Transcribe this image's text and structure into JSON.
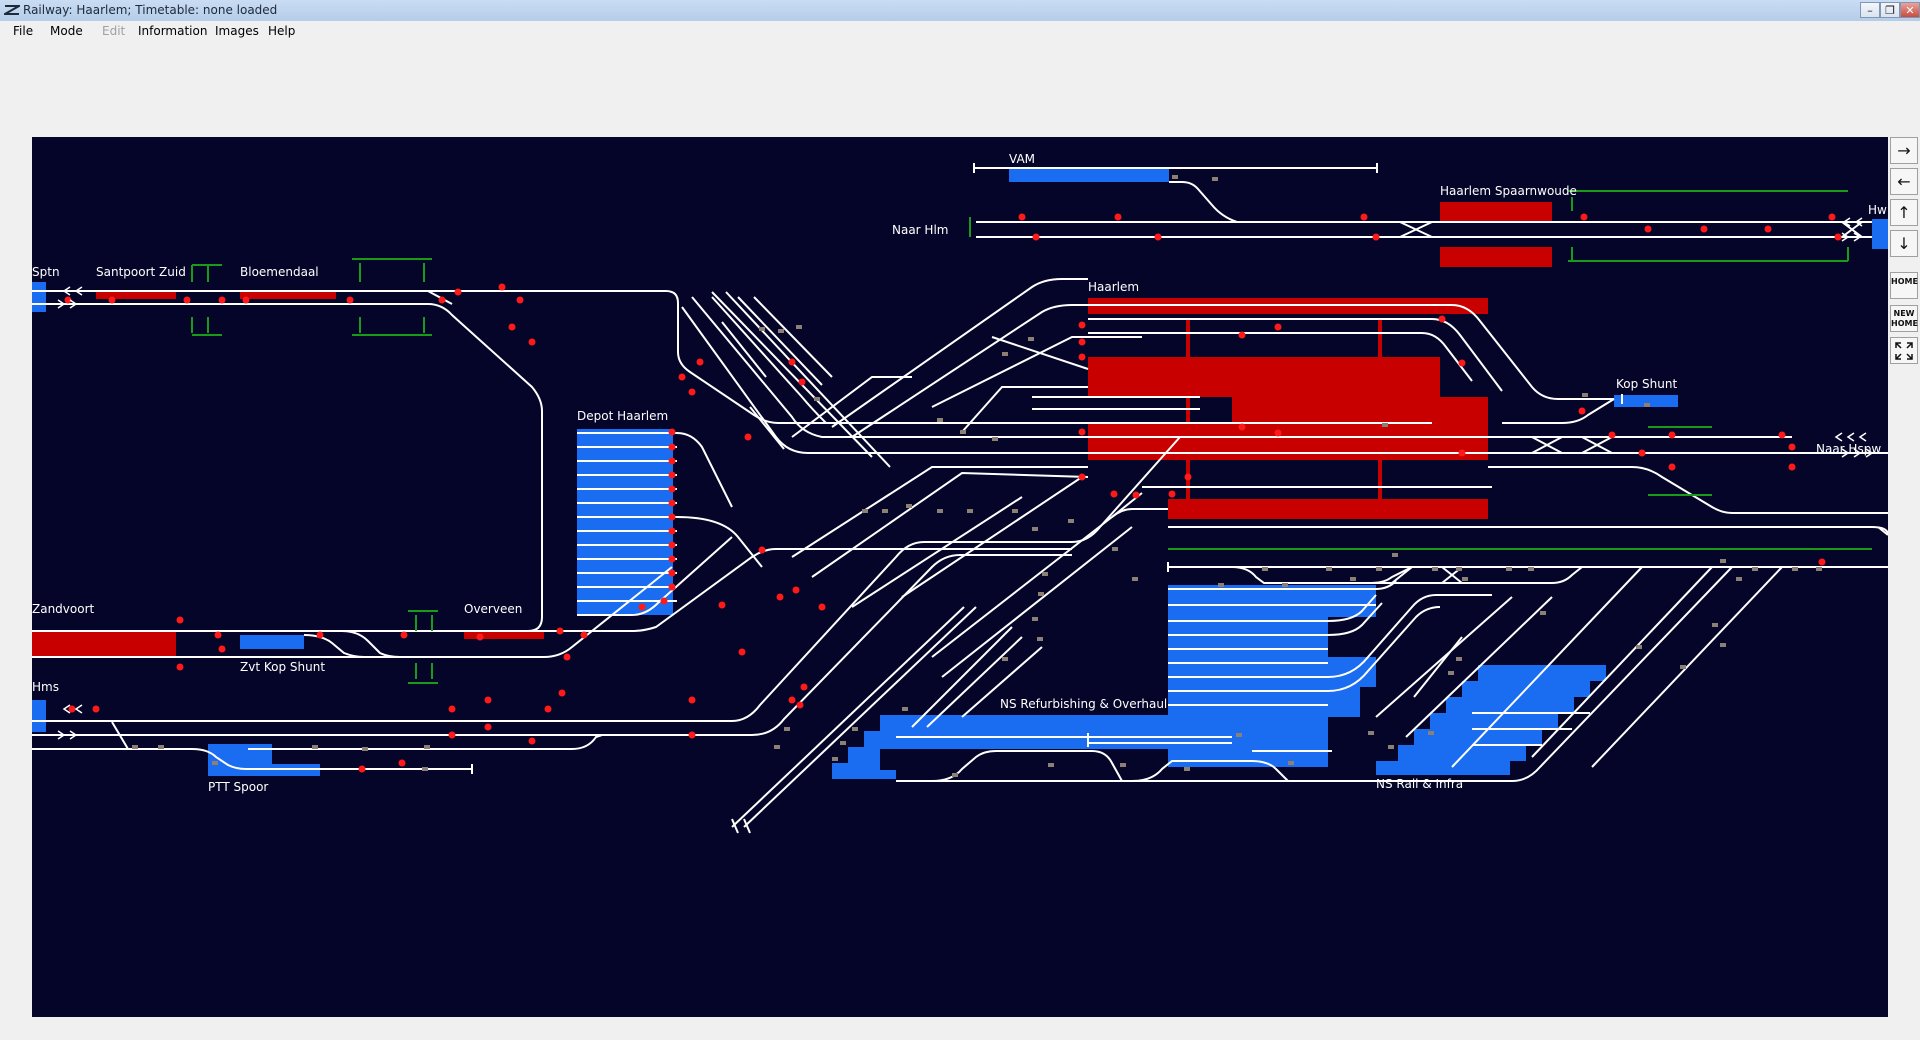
{
  "window": {
    "title": "Railway: Haarlem; Timetable: none loaded",
    "minimize": "–",
    "maximize": "❐",
    "close": "✕"
  },
  "menu": {
    "items": [
      {
        "label": "File",
        "enabled": true
      },
      {
        "label": "Mode",
        "enabled": true
      },
      {
        "label": "Edit",
        "enabled": false
      },
      {
        "label": "Information",
        "enabled": true
      },
      {
        "label": "Images",
        "enabled": true
      },
      {
        "label": "Help",
        "enabled": true
      }
    ]
  },
  "sidebar": {
    "pan_right": "→",
    "pan_left": "←",
    "pan_up": "↑",
    "pan_down": "↓",
    "home": "HOME",
    "new_home_1": "NEW",
    "new_home_2": "HOME",
    "fullscreen_icon": "fullscreen-icon"
  },
  "layout_labels": {
    "sptn": "Sptn",
    "santpoort_zuid": "Santpoort Zuid",
    "bloemendaal": "Bloemendaal",
    "vam": "VAM",
    "naar_hlm": "Naar Hlm",
    "haarlem_spaarnwoude": "Haarlem Spaarnwoude",
    "hw": "Hw",
    "haarlem": "Haarlem",
    "kop_shunt": "Kop Shunt",
    "naar_hspw": "Naar Hspw",
    "depot_haarlem": "Depot Haarlem",
    "zandvoort": "Zandvoort",
    "overveen": "Overveen",
    "zvt_kop_shunt": "Zvt Kop Shunt",
    "hms": "Hms",
    "ptt_spoor": "PTT Spoor",
    "ns_refurbishing": "NS Refurbishing & Overhaul",
    "ns_rail_infra": "NS Rail & Infra"
  },
  "colors": {
    "canvas_bg": "#050529",
    "track": "#ffffff",
    "platform_red": "#c80000",
    "siding_blue": "#1a6cf0",
    "signal_red": "#ff1a1a",
    "buffer_green": "#1a9a1a",
    "point_grey": "#8c7f74"
  }
}
